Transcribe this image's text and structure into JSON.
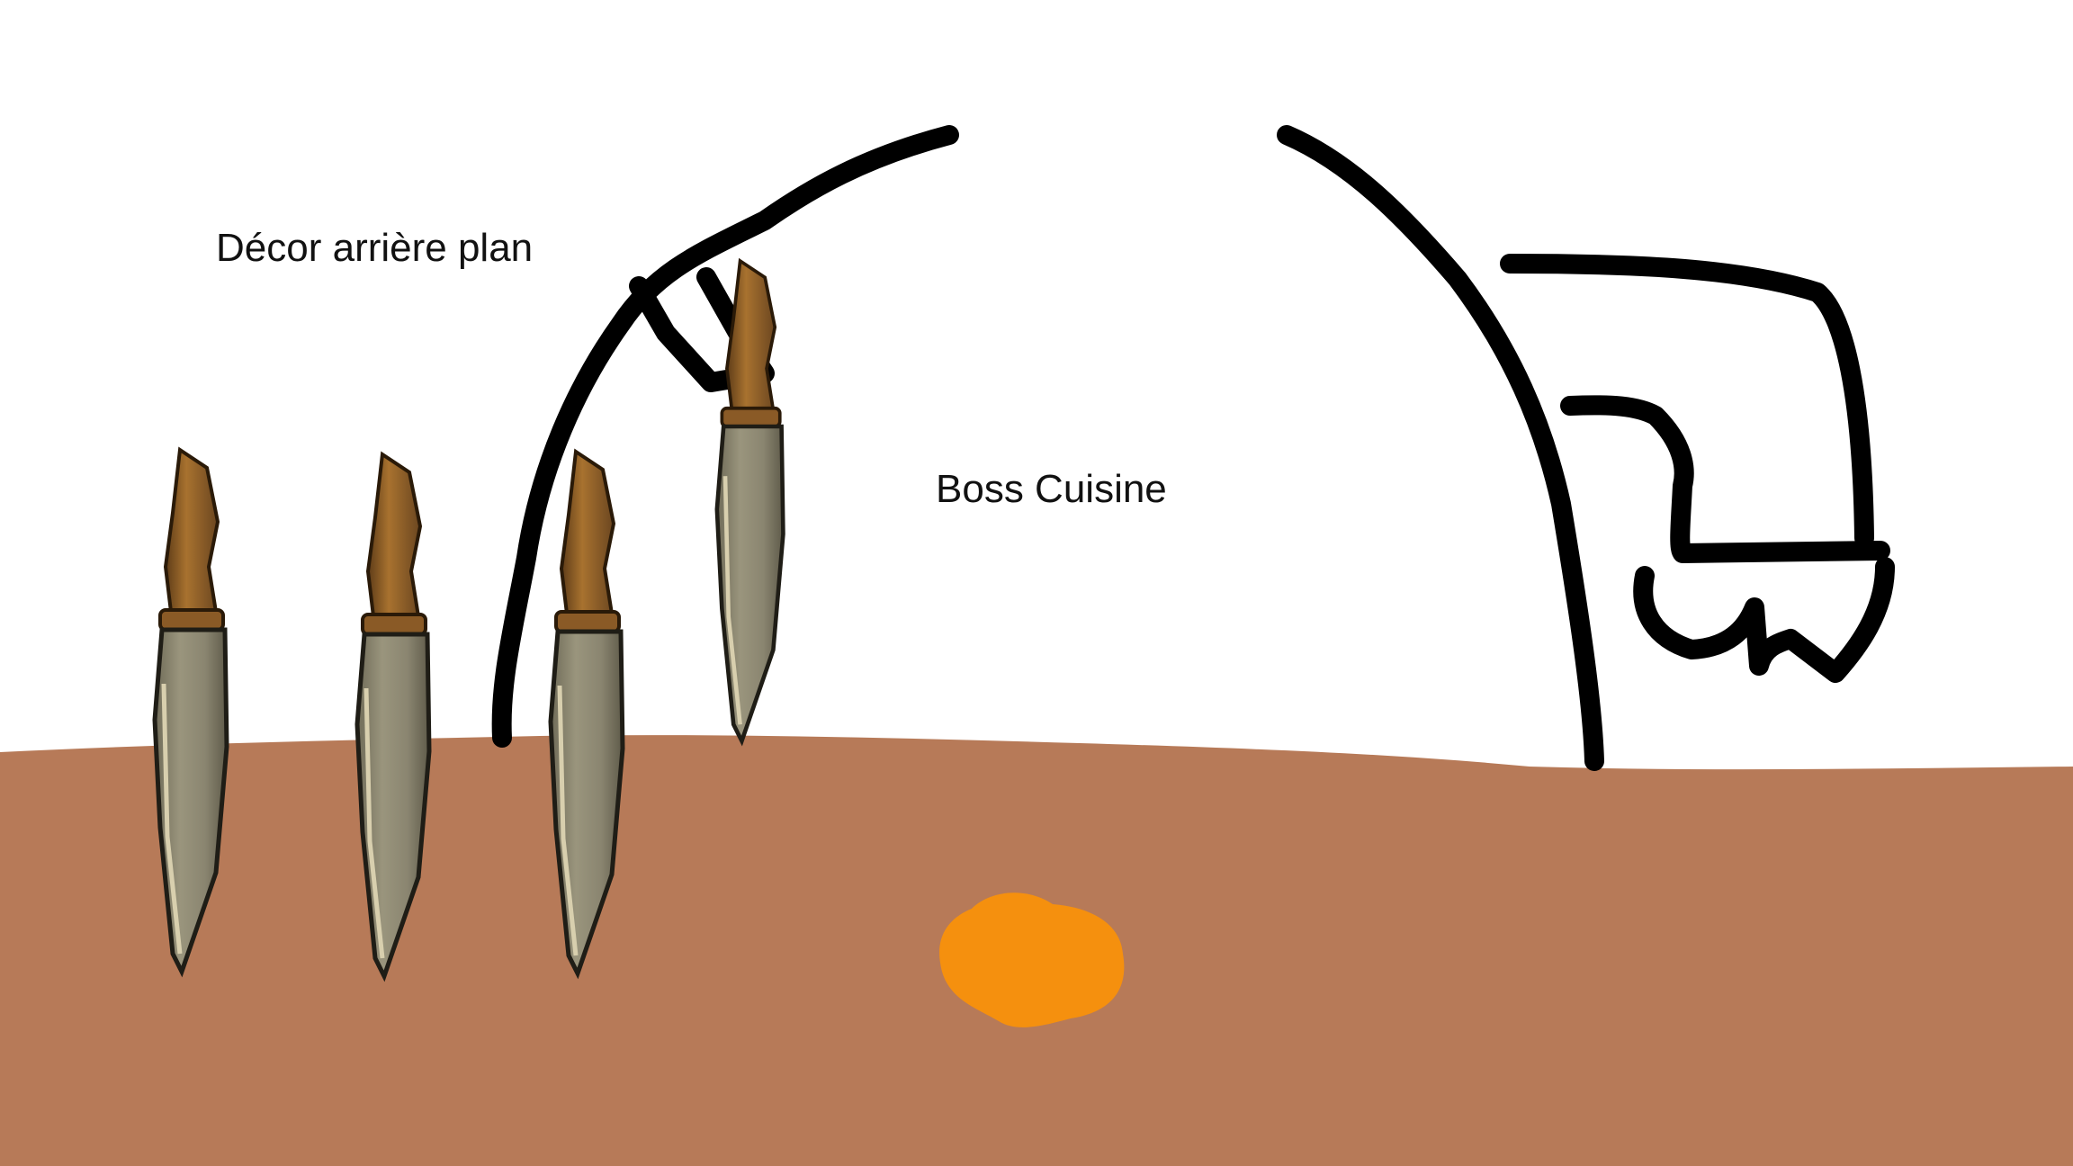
{
  "scene": {
    "background_label": "Décor arrière plan",
    "boss_label": "Boss Cuisine"
  },
  "colors": {
    "sky": "#ffffff",
    "floor": "#b77a58",
    "blade": "#8f8a74",
    "blade_edge": "#c9bfa0",
    "handle": "#9a6a30",
    "handle_dark": "#6e4a20",
    "orange_blob": "#f5900e",
    "outline": "#000000"
  },
  "knives": [
    {
      "name": "knife-1"
    },
    {
      "name": "knife-2"
    },
    {
      "name": "knife-3"
    },
    {
      "name": "knife-4"
    }
  ]
}
